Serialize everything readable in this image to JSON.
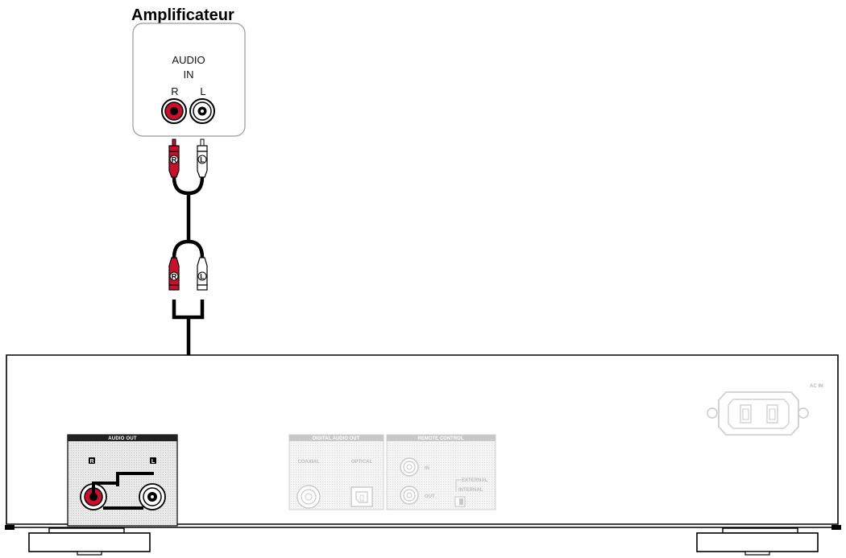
{
  "amplifier": {
    "title": "Amplificateur",
    "audio_label": "AUDIO",
    "in_label": "IN",
    "right_label": "R",
    "left_label": "L"
  },
  "cable": {
    "right_plug_letter": "R",
    "left_plug_letter": "L"
  },
  "device": {
    "audio_out_header": "AUDIO OUT",
    "audio_out_right": "R",
    "audio_out_left": "L",
    "digital_audio_out_header": "DIGITAL AUDIO OUT",
    "coaxial_label": "COAXIAL",
    "optical_label": "OPTICAL",
    "remote_control_header": "REMOTE CONTROL",
    "remote_in_label": "IN",
    "remote_out_label": "OUT",
    "external_label": "EXTERNAL",
    "internal_label": "INTERNAL",
    "ac_in_label": "AC IN"
  },
  "colors": {
    "right_channel": "#c8102e",
    "left_channel": "#ffffff",
    "outline": "#000000",
    "faded": "#c8c8c8",
    "panel_header": "#222222"
  }
}
